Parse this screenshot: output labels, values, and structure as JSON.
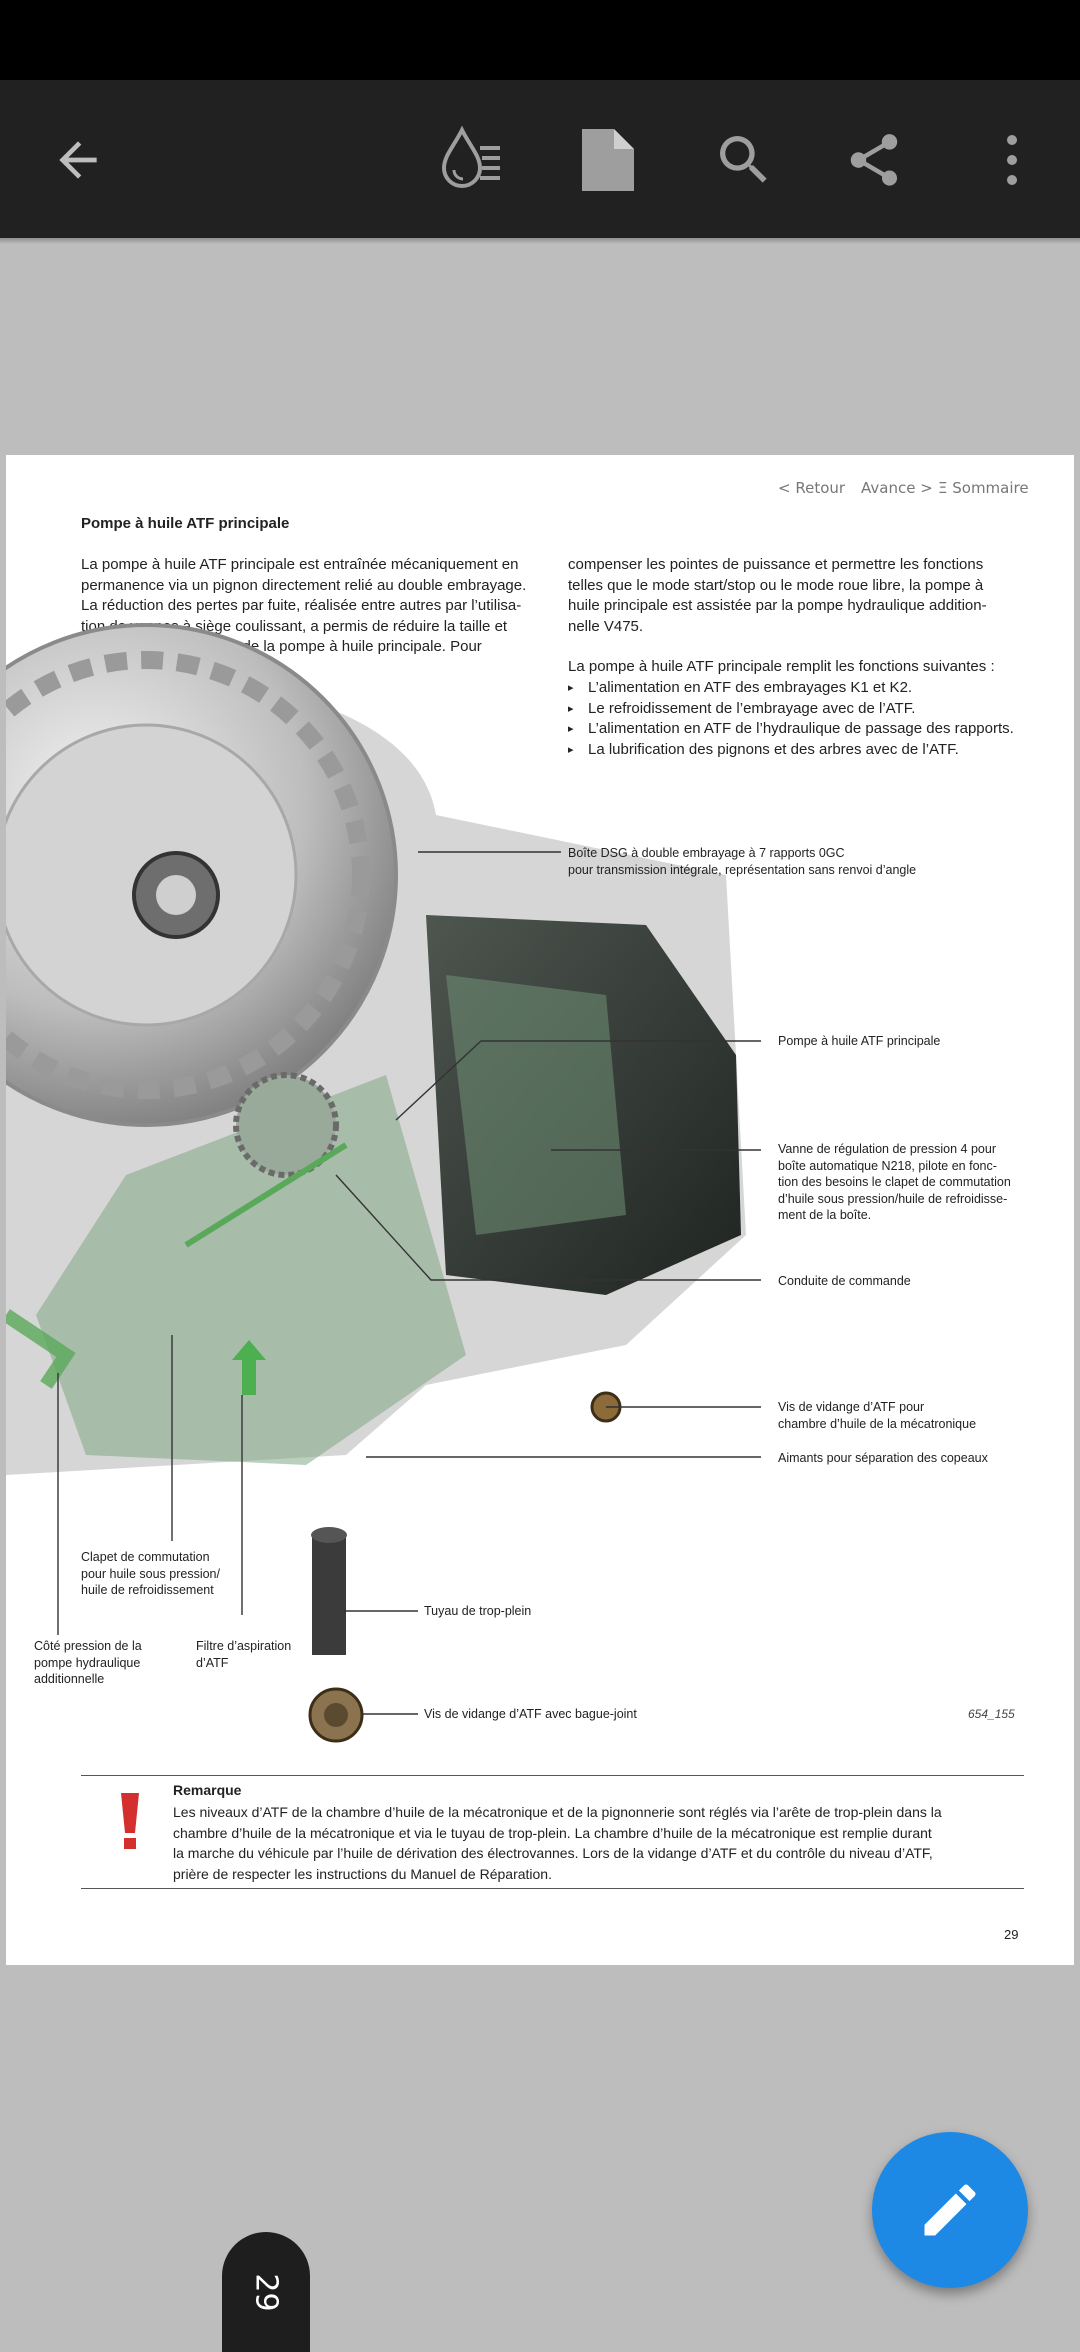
{
  "toolbar": {
    "back_icon": "arrow-back-icon",
    "icons": [
      "ink-drop-list-icon",
      "page-icon",
      "search-icon",
      "share-icon",
      "more-vert-icon"
    ]
  },
  "page": {
    "nav": {
      "back": "< Retour",
      "forward": "Avance >",
      "contents": "Ξ Sommaire"
    },
    "title": "Pompe à huile ATF principale",
    "col1_lines": [
      "La pompe à huile ATF principale est entraînée mécaniquement en",
      "permanence via un pignon directement relié au double embrayage.",
      "La réduction des pertes par fuite, réalisée entre autres par l’utilisa-",
      "tion de vannes à siège coulissant, a permis de réduire la taille et",
      "d’augmenter l’efficience de la pompe à huile principale. Pour"
    ],
    "col2_lines": [
      "compenser les pointes de puissance et permettre les fonctions",
      "telles que le mode start/stop ou le mode roue libre, la pompe à",
      "huile principale est assistée par la pompe hydraulique addition-",
      "nelle V475."
    ],
    "functions_intro": "La pompe à huile ATF principale remplit les fonctions suivantes :",
    "functions": [
      "L’alimentation en ATF des embrayages K1 et K2.",
      "Le refroidissement de l’embrayage avec de l’ATF.",
      "L’alimentation en ATF de l’hydraulique de passage des rapports.",
      "La lubrification des pignons et des arbres avec de l’ATF."
    ],
    "callouts": {
      "box": "Boîte DSG à double embrayage à 7 rapports 0GC\npour transmission intégrale, représentation sans renvoi d’angle",
      "main_pump": "Pompe à huile ATF principale",
      "valve": "Vanne de régulation de pression 4 pour\nboîte automatique N218, pilote en fonc-\ntion des besoins le clapet de commutation\nd’huile sous pression/huile de refroidisse-\nment de la boîte.",
      "control_line": "Conduite de commande",
      "drain_screw_mech": "Vis de vidange d’ATF pour\nchambre d’huile de la mécatronique",
      "magnets": "Aimants pour séparation des copeaux",
      "switch_valve": "Clapet de commutation\npour huile sous pression/\nhuile de refroidissement",
      "pressure_side": "Côté pression de la\npompe hydraulique\nadditionnelle",
      "suction_filter": "Filtre d’aspiration\nd’ATF",
      "overflow_pipe": "Tuyau de trop-plein",
      "drain_screw_seal": "Vis de vidange d’ATF avec bague-joint"
    },
    "figure_number": "654_155",
    "note": {
      "title": "Remarque",
      "lines": [
        "Les niveaux d’ATF de la chambre d’huile de la mécatronique et de la pignonnerie sont réglés via l’arête de trop-plein dans la",
        "chambre d’huile de la mécatronique et via le tuyau de trop-plein. La chambre d’huile de la mécatronique est remplie durant",
        "la marche du véhicule par l’huile de dérivation des électrovannes. Lors de la vidange d’ATF et du contrôle du niveau d’ATF,",
        "prière de respecter les instructions du Manuel de Réparation."
      ]
    },
    "page_number": "29"
  },
  "fab": {
    "icon": "edit-pencil-icon"
  },
  "page_indicator": "29"
}
